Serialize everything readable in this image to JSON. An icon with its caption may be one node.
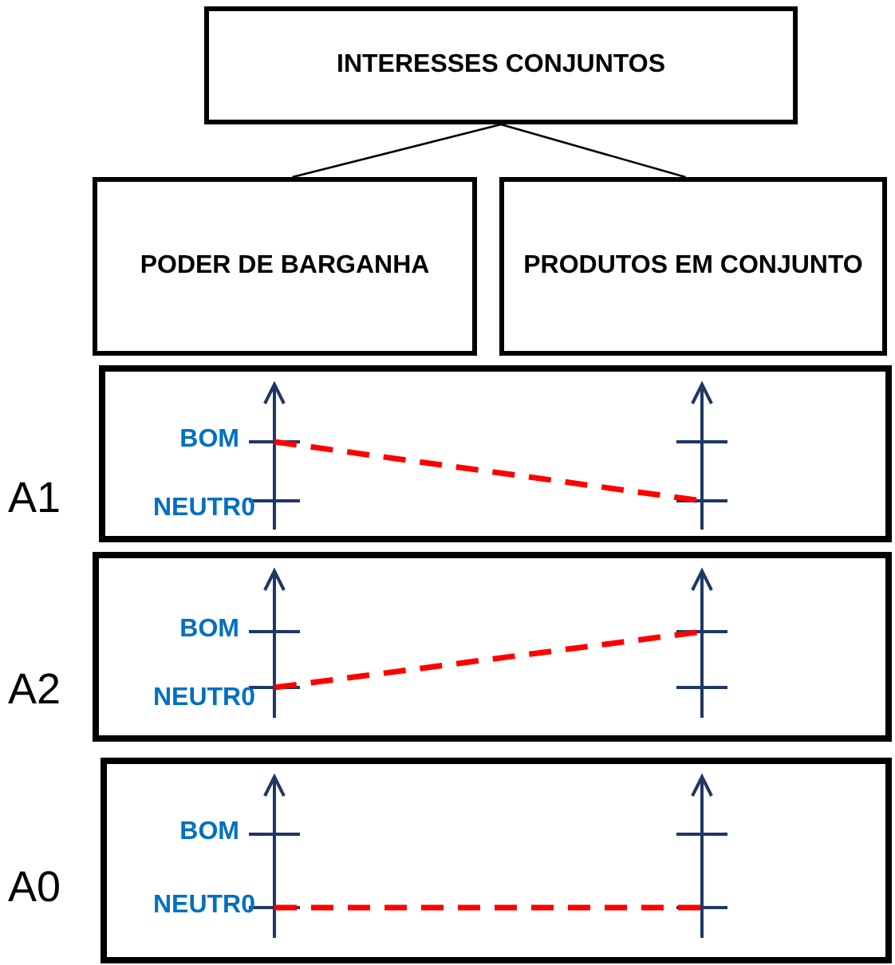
{
  "diagram": {
    "nodes": [
      {
        "text": [
          "INTERESSES CONJUNTOS"
        ]
      },
      {
        "text": [
          "PODER DE BARGANHA"
        ]
      },
      {
        "text": [
          "PRODUTOS EM CONJUNTO"
        ]
      },
      {
        "text": [
          "BOM",
          "NEUTR0"
        ],
        "beside": [
          "A1"
        ]
      },
      {
        "text": [
          "BOM",
          "NEUTR0"
        ],
        "beside": [
          "A2"
        ]
      },
      {
        "text": [
          "BOM",
          "NEUTR0"
        ],
        "beside": [
          "A0"
        ]
      }
    ],
    "edges": [
      {
        "from": 0,
        "to": 1,
        "arrow": "none"
      },
      {
        "from": 0,
        "to": 2,
        "arrow": "none"
      }
    ]
  }
}
